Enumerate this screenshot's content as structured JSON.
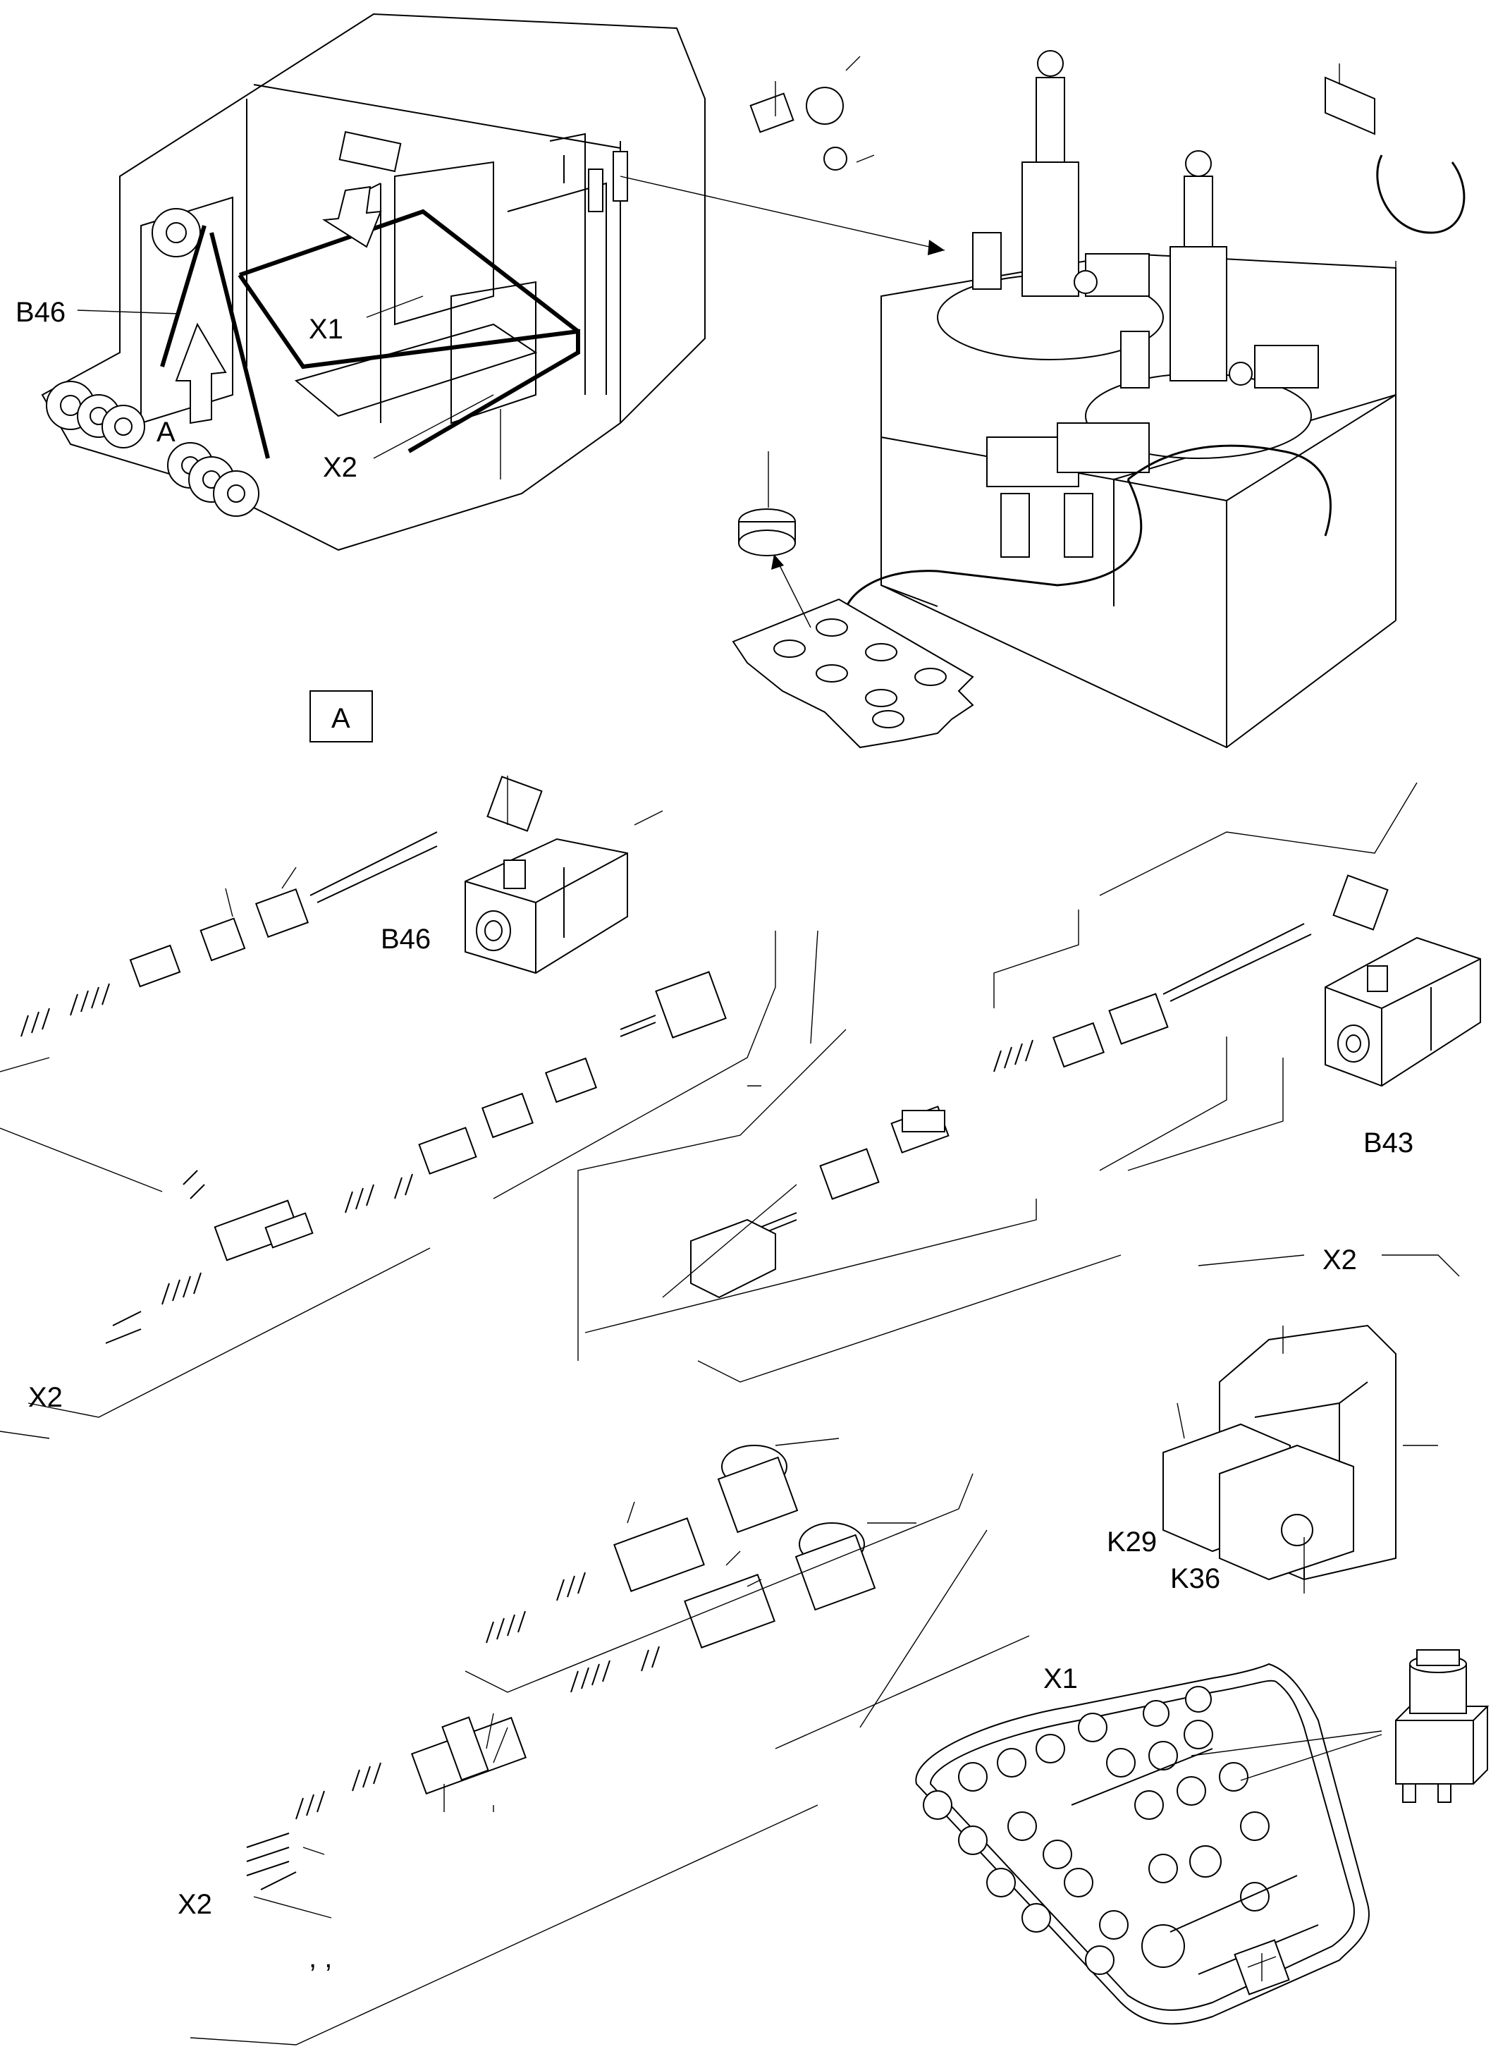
{
  "labels": {
    "b46_top": "B46",
    "a_top": "A",
    "x1_top": "X1",
    "x2_top": "X2",
    "a_box": "A",
    "b46_mid": "B46",
    "b43": "B43",
    "x2_left": "X2",
    "x2_right": "X2",
    "k29": "K29",
    "k36": "K36",
    "x1_panel": "X1",
    "x2_bottom": "X2",
    "ticks": ",  ,"
  },
  "icons": {
    "arrow_a": "up-arrow-icon",
    "arrow_x1": "down-arrow-icon",
    "hydraulic_unit": "hydraulic-tank",
    "switch": "rotary-switch"
  }
}
